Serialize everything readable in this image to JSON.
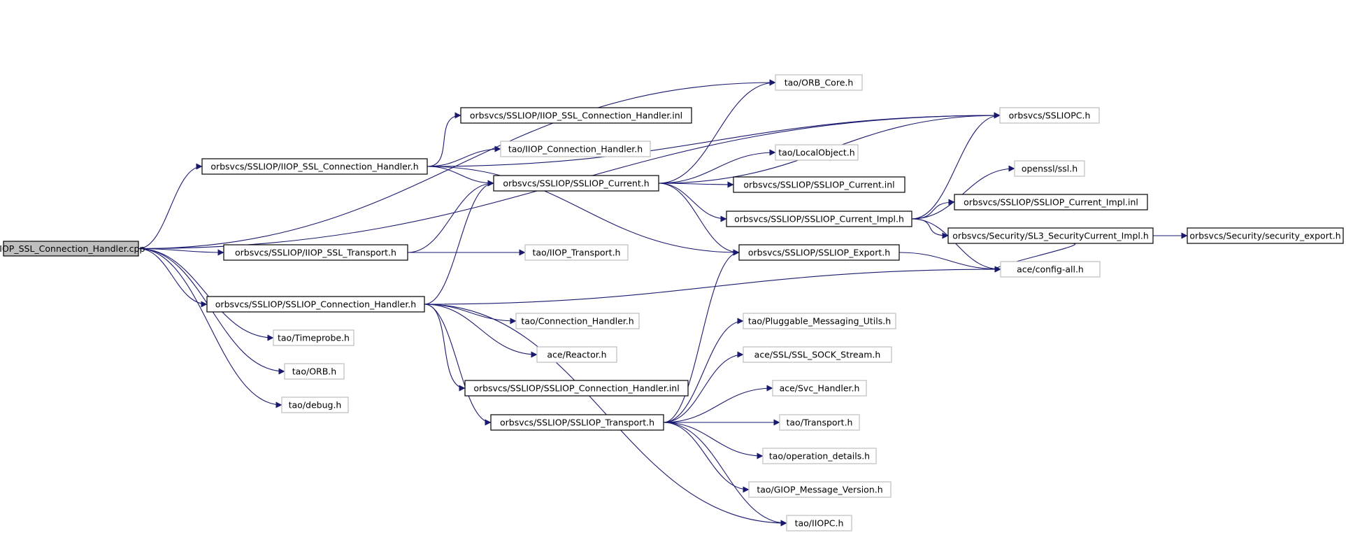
{
  "colors": {
    "edge": "#191970",
    "box_documented": "#000000",
    "box_undocumented": "#bfbfbf",
    "root_fill": "#bfbfbf",
    "background": "#ffffff"
  },
  "nodes": {
    "root": {
      "label": "IIOP_SSL_Connection_Handler.cpp",
      "kind": "root"
    },
    "conn_h": {
      "label": "orbsvcs/SSLIOP/IIOP_SSL_Connection_Handler.h",
      "kind": "documented"
    },
    "ssl_transport": {
      "label": "orbsvcs/SSLIOP/IIOP_SSL_Transport.h",
      "kind": "documented"
    },
    "ssliop_conn": {
      "label": "orbsvcs/SSLIOP/SSLIOP_Connection_Handler.h",
      "kind": "documented"
    },
    "timeprobe": {
      "label": "tao/Timeprobe.h",
      "kind": "undocumented"
    },
    "orb": {
      "label": "tao/ORB.h",
      "kind": "undocumented"
    },
    "debug": {
      "label": "tao/debug.h",
      "kind": "undocumented"
    },
    "conn_inl": {
      "label": "orbsvcs/SSLIOP/IIOP_SSL_Connection_Handler.inl",
      "kind": "documented"
    },
    "iiop_conn": {
      "label": "tao/IIOP_Connection_Handler.h",
      "kind": "undocumented"
    },
    "current": {
      "label": "orbsvcs/SSLIOP/SSLIOP_Current.h",
      "kind": "documented"
    },
    "iiop_transport": {
      "label": "tao/IIOP_Transport.h",
      "kind": "undocumented"
    },
    "connection_handler": {
      "label": "tao/Connection_Handler.h",
      "kind": "undocumented"
    },
    "reactor": {
      "label": "ace/Reactor.h",
      "kind": "undocumented"
    },
    "ssliop_conn_inl": {
      "label": "orbsvcs/SSLIOP/SSLIOP_Connection_Handler.inl",
      "kind": "documented"
    },
    "ssliop_transport": {
      "label": "orbsvcs/SSLIOP/SSLIOP_Transport.h",
      "kind": "documented"
    },
    "orb_core": {
      "label": "tao/ORB_Core.h",
      "kind": "undocumented"
    },
    "localobject": {
      "label": "tao/LocalObject.h",
      "kind": "undocumented"
    },
    "current_inl": {
      "label": "orbsvcs/SSLIOP/SSLIOP_Current.inl",
      "kind": "documented"
    },
    "current_impl": {
      "label": "orbsvcs/SSLIOP/SSLIOP_Current_Impl.h",
      "kind": "documented"
    },
    "export": {
      "label": "orbsvcs/SSLIOP/SSLIOP_Export.h",
      "kind": "documented"
    },
    "pluggable": {
      "label": "tao/Pluggable_Messaging_Utils.h",
      "kind": "undocumented"
    },
    "sock_stream": {
      "label": "ace/SSL/SSL_SOCK_Stream.h",
      "kind": "undocumented"
    },
    "svc_handler": {
      "label": "ace/Svc_Handler.h",
      "kind": "undocumented"
    },
    "transport": {
      "label": "tao/Transport.h",
      "kind": "undocumented"
    },
    "op_details": {
      "label": "tao/operation_details.h",
      "kind": "undocumented"
    },
    "giop_version": {
      "label": "tao/GIOP_Message_Version.h",
      "kind": "undocumented"
    },
    "iiopc": {
      "label": "tao/IIOPC.h",
      "kind": "undocumented"
    },
    "ssliopc": {
      "label": "orbsvcs/SSLIOPC.h",
      "kind": "undocumented"
    },
    "openssl": {
      "label": "openssl/ssl.h",
      "kind": "undocumented"
    },
    "current_impl_inl": {
      "label": "orbsvcs/SSLIOP/SSLIOP_Current_Impl.inl",
      "kind": "documented"
    },
    "sl3": {
      "label": "orbsvcs/Security/SL3_SecurityCurrent_Impl.h",
      "kind": "documented"
    },
    "config_all": {
      "label": "ace/config-all.h",
      "kind": "undocumented"
    },
    "security_export": {
      "label": "orbsvcs/Security/security_export.h",
      "kind": "documented"
    }
  },
  "edges": [
    [
      "root",
      "conn_h"
    ],
    [
      "root",
      "ssl_transport"
    ],
    [
      "root",
      "ssliop_conn"
    ],
    [
      "root",
      "timeprobe"
    ],
    [
      "root",
      "orb"
    ],
    [
      "root",
      "debug"
    ],
    [
      "root",
      "orb_core"
    ],
    [
      "root",
      "ssliopc"
    ],
    [
      "conn_h",
      "conn_inl"
    ],
    [
      "conn_h",
      "iiop_conn"
    ],
    [
      "conn_h",
      "current"
    ],
    [
      "conn_h",
      "export"
    ],
    [
      "conn_h",
      "ssliopc"
    ],
    [
      "ssl_transport",
      "iiop_transport"
    ],
    [
      "ssl_transport",
      "current"
    ],
    [
      "ssliop_conn",
      "current"
    ],
    [
      "ssliop_conn",
      "config_all"
    ],
    [
      "ssliop_conn",
      "connection_handler"
    ],
    [
      "ssliop_conn",
      "reactor"
    ],
    [
      "ssliop_conn",
      "ssliop_conn_inl"
    ],
    [
      "ssliop_conn",
      "ssliop_transport"
    ],
    [
      "ssliop_conn",
      "iiopc"
    ],
    [
      "current",
      "orb_core"
    ],
    [
      "current",
      "ssliopc"
    ],
    [
      "current",
      "localobject"
    ],
    [
      "current",
      "current_inl"
    ],
    [
      "current",
      "current_impl"
    ],
    [
      "current",
      "export"
    ],
    [
      "current_impl",
      "ssliopc"
    ],
    [
      "current_impl",
      "openssl"
    ],
    [
      "current_impl",
      "current_impl_inl"
    ],
    [
      "current_impl",
      "sl3"
    ],
    [
      "current_impl",
      "config_all"
    ],
    [
      "sl3",
      "security_export"
    ],
    [
      "sl3",
      "config_all"
    ],
    [
      "export",
      "config_all"
    ],
    [
      "ssliop_transport",
      "export"
    ],
    [
      "ssliop_transport",
      "pluggable"
    ],
    [
      "ssliop_transport",
      "sock_stream"
    ],
    [
      "ssliop_transport",
      "svc_handler"
    ],
    [
      "ssliop_transport",
      "transport"
    ],
    [
      "ssliop_transport",
      "op_details"
    ],
    [
      "ssliop_transport",
      "giop_version"
    ],
    [
      "ssliop_transport",
      "iiopc"
    ]
  ]
}
